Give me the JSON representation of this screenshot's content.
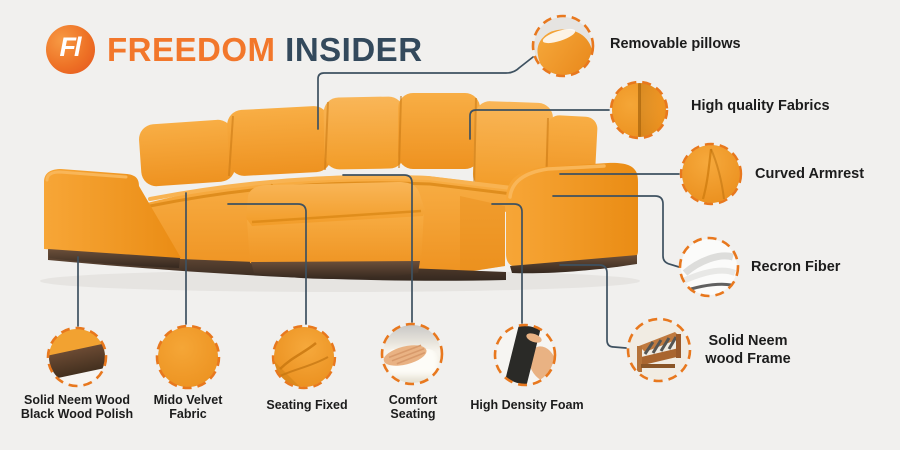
{
  "title": {
    "brand": "FREEDOM",
    "suffix": "INSIDER",
    "logo_glyph": "Fl"
  },
  "palette": {
    "background": "#f1f0ee",
    "fabric_orange": "#f29b27",
    "fabric_light": "#f8b049",
    "fabric_shadow": "#d5820f",
    "wood_brown": "#5a4433",
    "connector_slate": "#3e5160",
    "dash_orange": "#e8781e",
    "brand_orange": "#f2772b",
    "brand_navy": "#33495c",
    "label_text": "#1c1c1c"
  },
  "callouts": {
    "right": [
      {
        "id": "removable-pillows",
        "lines": [
          "Removable pillows"
        ]
      },
      {
        "id": "high-quality-fabrics",
        "lines": [
          "High quality Fabrics"
        ]
      },
      {
        "id": "curved-armrest",
        "lines": [
          "Curved Armrest"
        ]
      },
      {
        "id": "recron-fiber",
        "lines": [
          "Recron Fiber"
        ]
      },
      {
        "id": "solid-neem-wood-frame",
        "lines": [
          "Solid Neem",
          "wood Frame"
        ]
      }
    ],
    "bottom": [
      {
        "id": "solid-neem-wood-black-wood-polish",
        "lines": [
          "Solid Neem Wood",
          "Black Wood Polish"
        ]
      },
      {
        "id": "mido-velvet-fabric",
        "lines": [
          "Mido Velvet",
          "Fabric"
        ]
      },
      {
        "id": "seating-fixed",
        "lines": [
          "Seating Fixed"
        ]
      },
      {
        "id": "comfort-seating",
        "lines": [
          "Comfort",
          "Seating"
        ]
      },
      {
        "id": "high-density-foam",
        "lines": [
          "High Density Foam"
        ]
      }
    ]
  }
}
